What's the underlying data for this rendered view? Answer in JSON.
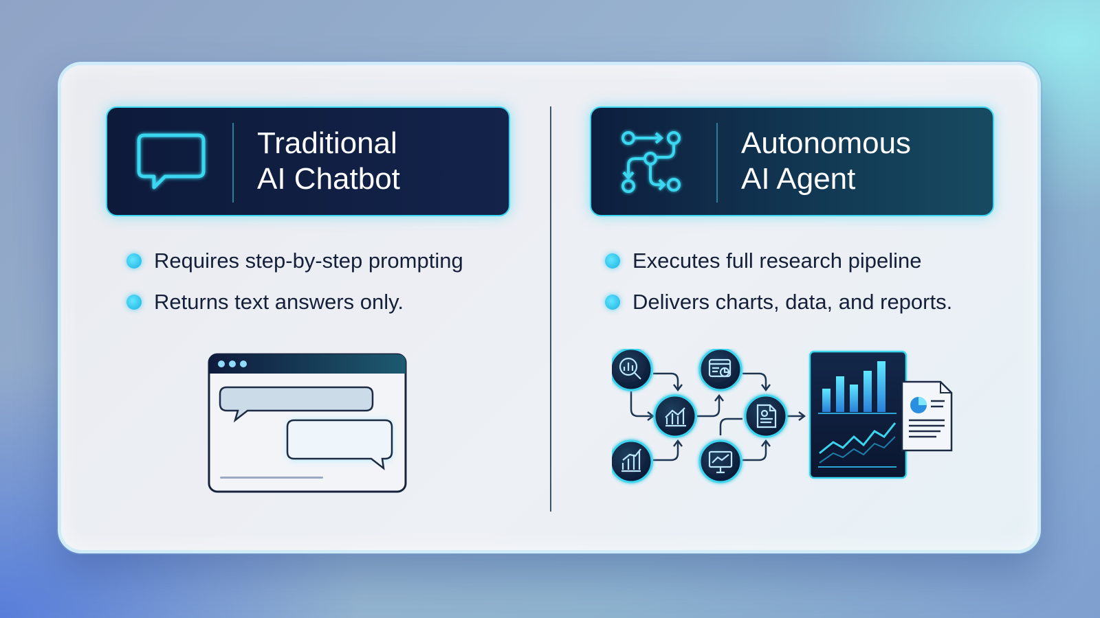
{
  "left": {
    "title_line1": "Traditional",
    "title_line2": "AI Chatbot",
    "header_icon": "chat-bubble-icon",
    "bullets": [
      "Requires step-by-step prompting",
      "Returns text answers only."
    ],
    "illustration": "chat-window-icon"
  },
  "right": {
    "title_line1": "Autonomous",
    "title_line2": "AI Agent",
    "header_icon": "workflow-nodes-icon",
    "bullets": [
      "Executes full research pipeline",
      "Delivers charts, data, and reports."
    ],
    "illustration": "research-pipeline-icon"
  },
  "colors": {
    "accent_cyan": "#3ad6f0",
    "header_dark": "#0d1a3a",
    "text_dark": "#152038"
  }
}
